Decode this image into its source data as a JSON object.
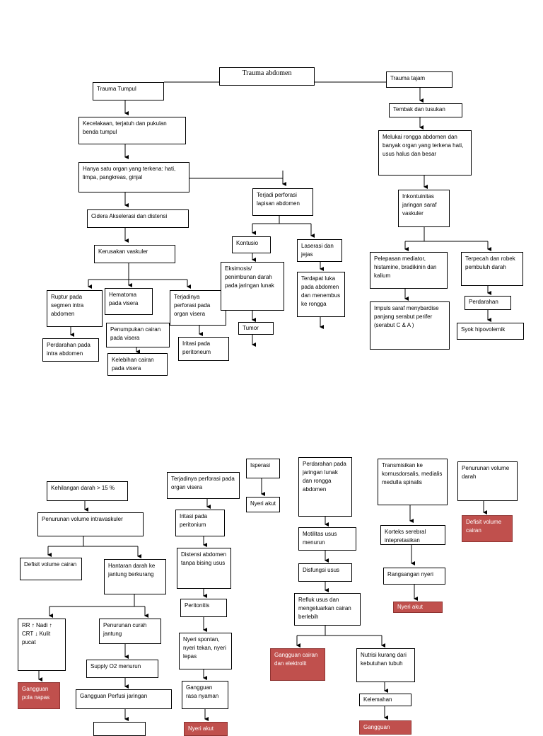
{
  "diagram_top": {
    "root": "Trauma abdomen",
    "trauma_tumpul": "Trauma Tumpul",
    "kecelakaan": "Kecelakaan, terjatuh dan pukulan benda tumpul",
    "hanya_satu_organ": "Hanya satu organ yang terkena: hati, limpa, pangkreas, ginjal",
    "cidera": "Cidera  Akselerasi dan distensi",
    "kerusakan_vaskuler": "Kerusakan vaskuler",
    "ruptur": "Ruptur pada segmen intra abdomen",
    "hematoma": "Hematoma pada visera",
    "terjadinya_perforasi": "Terjadinya perforasi pada organ visera",
    "perdarahan_intra": "Perdarahan pada intra abdomen",
    "penumpukan": "Penumpukan cairan pada visera",
    "kelebihan": "Kelebihan cairan pada visera",
    "iritasi_peritoneum": "Iritasi pada peritoneum",
    "terjadi_perforasi_lapisan": "Terjadi perforasi lapisan abdomen",
    "kontusio": "Kontusio",
    "laserasi": "Laserasi dan jejas",
    "ekimosis": "Eksimosis/ penimbunan darah pada jaringan lunak",
    "terdapat_luka": "Terdapat luka pada abdomen dan menembus ke rongga",
    "tumor": "Tumor",
    "trauma_tajam": "Trauma tajam",
    "tembak": "Tembak dan tusukan",
    "melukai": "Melukai rongga abdomen dan banyak organ yang terkena hati, usus halus dan besar",
    "inkontuinitas": "Inkontuinitas jaringan saraf vaskuler",
    "pelepasan": "Pelepasan mediator, histamine, bradikinin dan kalium",
    "terpecah": "Terpecah dan robek pembuluh darah",
    "impuls": "Impuls saraf menybardise panjang serabut perifer (serabut C & A )",
    "perdarahan_b": "Perdarahan",
    "syok": "Syok hipovolemik"
  },
  "diagram_bottom": {
    "kehilangan": "Kehilangan darah > 15 %",
    "penurunan_volume_intra": "Penurunan volume intravaskuler",
    "defisit_1": "Defisit volume cairan",
    "hantaran": "Hantaran darah ke jantung berkurang",
    "rr": "RR ↑ Nadi ↑ CRT ↓ Kulit pucat",
    "penurunan_curah": "Penurunan curah jantung",
    "supply": "Supply O2 menurun",
    "gangguan_pola": "Gangguan pola napas",
    "gangguan_perfusi": "Gangguan Perfusi jaringan",
    "terjadinya_perforasi_b": "Terjadinya perforasi pada organ visera",
    "iritasi_peritonium": "Iritasi pada peritonium",
    "distensi": "Distensi abdomen tanpa bising usus",
    "peritonitis": "Peritonitis",
    "nyeri_spontan": "Nyeri spontan, nyeri tekan, nyeri lepas",
    "gangguan_rasa": "Gangguan rasa nyaman",
    "nyeri_akut_cut": "Nyeri akut",
    "isperasi": "Isperasi",
    "nyeri_akut_1": "Nyeri akut",
    "perdarahan_jaringan": "Perdarahan pada jaringan lunak dan rongga abdomen",
    "motilitas": "Motilitas usus menurun",
    "disfungsi": "Disfungsi usus",
    "refluk": "Refluk usus dan mengeluarkan cairan berlebih",
    "gangguan_cairan": "Gangguan cairan dan elektrolit",
    "nutrisi": "Nutrisi kurang dari kebutuhan tubuh",
    "kelemahan": "Kelemahan",
    "gangguan_cut": "Gangguan",
    "transmisikan": "Transmisikan ke kornusdorsalis, medialis medulla spinalis",
    "korteks": "Korteks serebral intepretasikan",
    "rangsangan": "Rangsangan nyeri",
    "nyeri_akut_2": "Nyeri akut",
    "penurunan_volume_darah": "Penurunan volume darah",
    "defisit_2": "Defisit volume cairan"
  }
}
